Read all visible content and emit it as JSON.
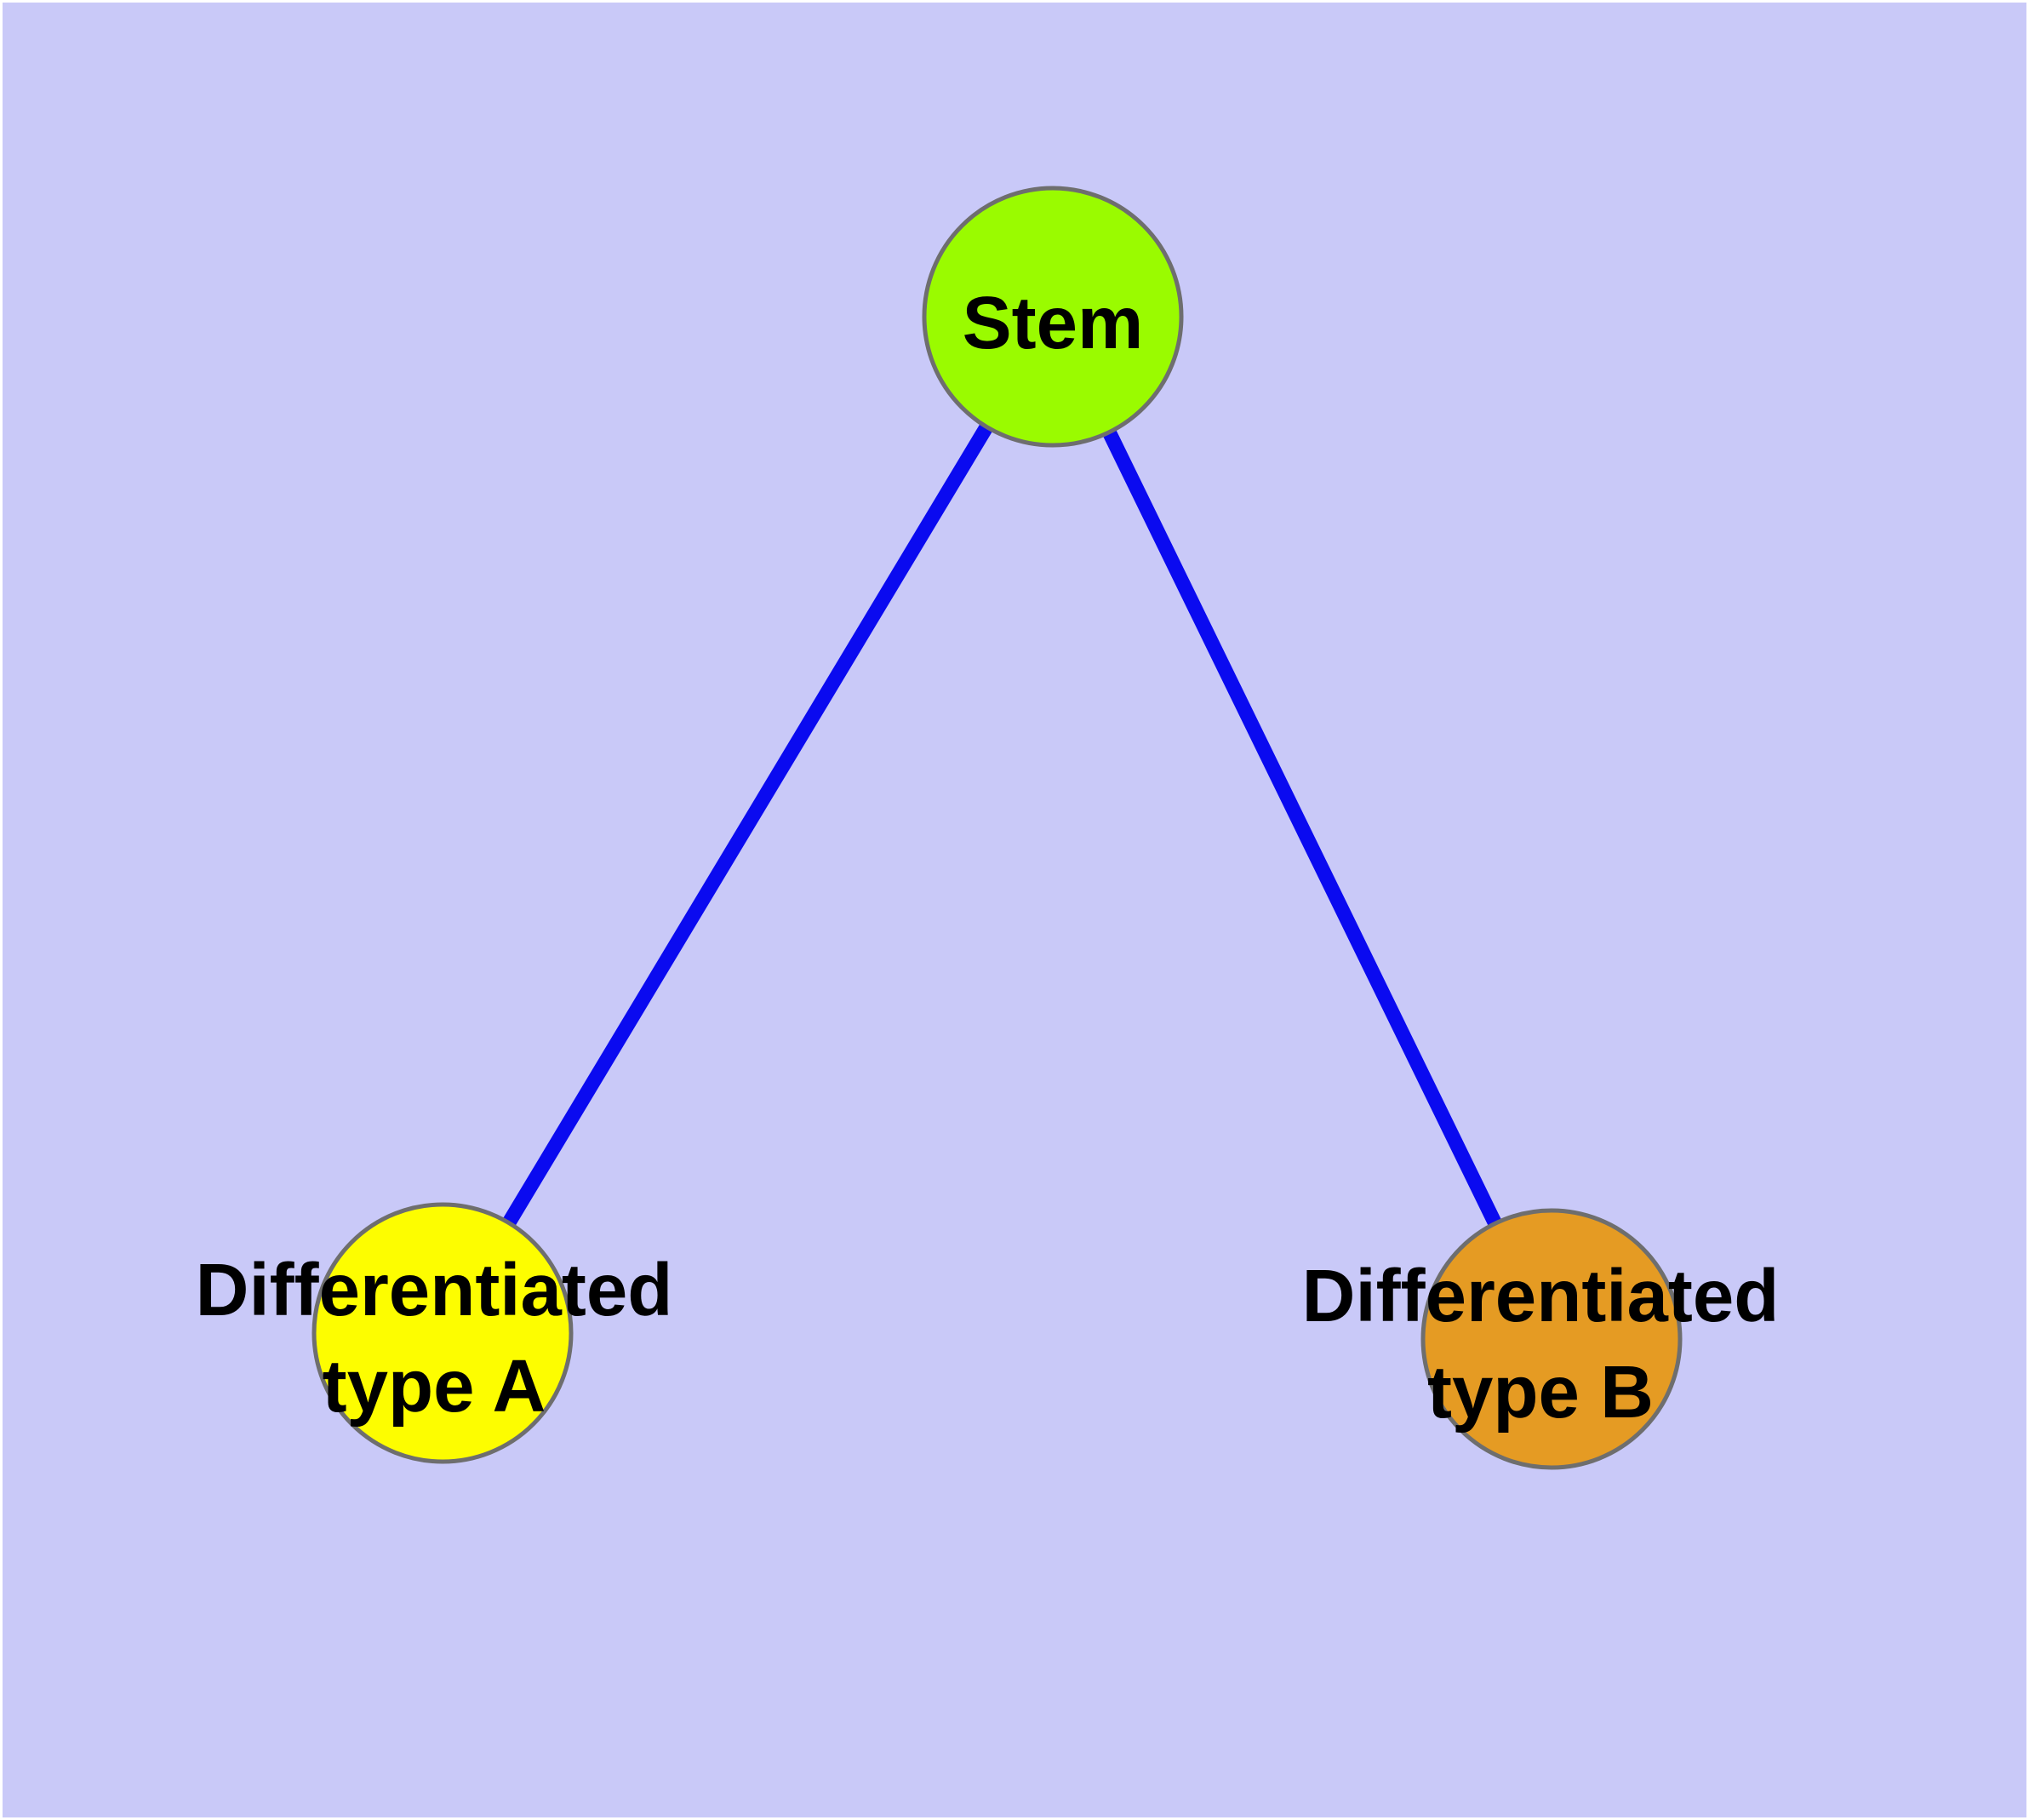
{
  "diagram": {
    "type": "node-link graph",
    "background_color": "#c9c9f8",
    "frame_color": "#ffffff",
    "edge_color": "#0a0af0",
    "node_border_color": "#6e6e6e",
    "label_color": "#000000",
    "nodes": {
      "stem": {
        "label": "Stem",
        "fill": "#9afb00"
      },
      "diff_a": {
        "label_line1": "Differentiated",
        "label_line2": "type A",
        "label_full": "Differentiated type A",
        "fill": "#fdfd00"
      },
      "diff_b": {
        "label_line1": "Differentiated",
        "label_line2": "type B",
        "label_full": "Differentiated type B",
        "fill": "#e59b23"
      }
    },
    "edges": [
      {
        "from": "Stem",
        "to": "Differentiated type A"
      },
      {
        "from": "Stem",
        "to": "Differentiated type B"
      }
    ]
  }
}
